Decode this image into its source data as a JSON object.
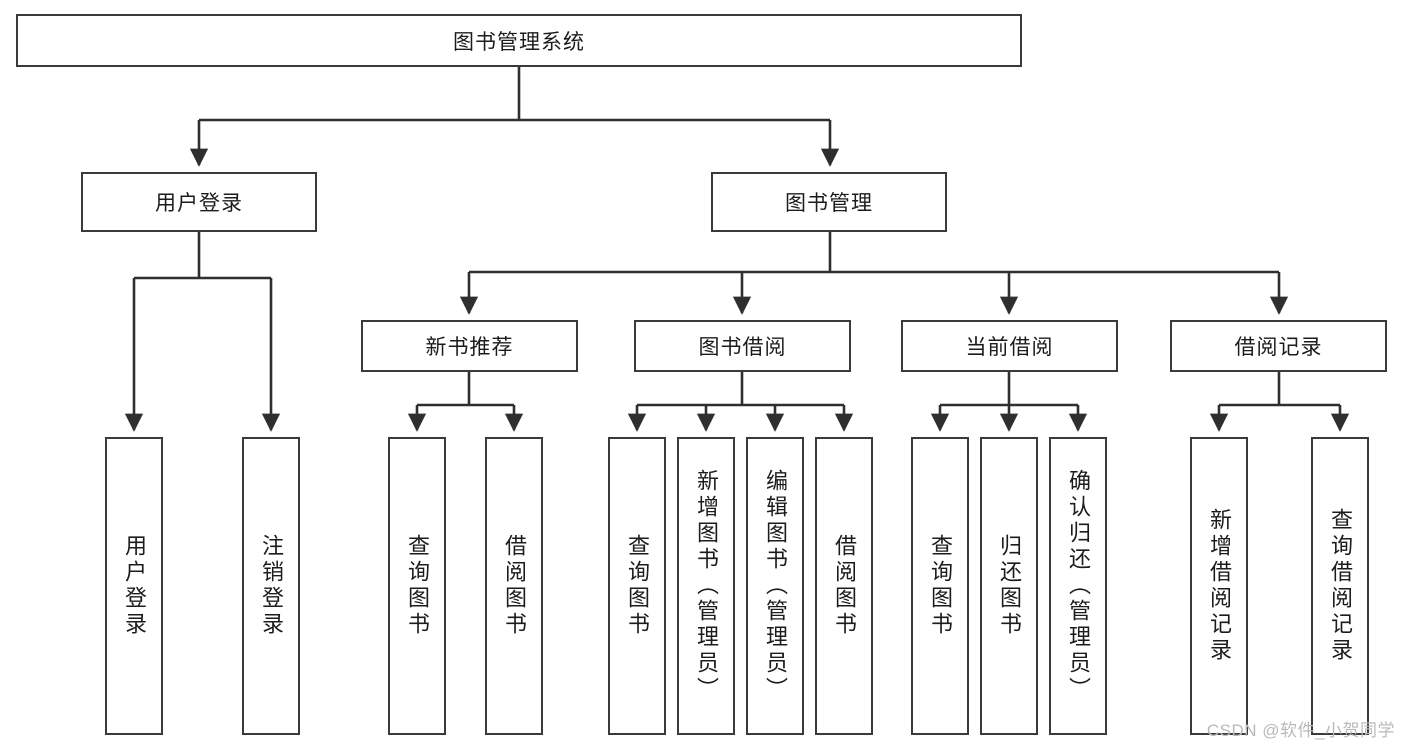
{
  "diagram": {
    "title": "图书管理系统",
    "type": "tree-hierarchy-diagram",
    "watermark": "CSDN @软件_小贺同学",
    "colors": {
      "box_border": "#3a3a3a",
      "box_fill": "#ffffff",
      "connector": "#2f2f2f",
      "text": "#1c1c1c",
      "watermark": "#b9b9b9",
      "background": "#ffffff"
    },
    "root": {
      "label": "图书管理系统"
    },
    "level2": [
      {
        "label": "用户登录"
      },
      {
        "label": "图书管理"
      }
    ],
    "level3": [
      {
        "label": "新书推荐"
      },
      {
        "label": "图书借阅"
      },
      {
        "label": "当前借阅"
      },
      {
        "label": "借阅记录"
      }
    ],
    "leaves": {
      "user_login": [
        {
          "label": "用户登录"
        },
        {
          "label": "注销登录"
        }
      ],
      "new_book_recommend": [
        {
          "label": "查询图书"
        },
        {
          "label": "借阅图书"
        }
      ],
      "book_borrow": [
        {
          "label": "查询图书"
        },
        {
          "label": "新增图书（管理员）"
        },
        {
          "label": "编辑图书（管理员）"
        },
        {
          "label": "借阅图书"
        }
      ],
      "current_borrow": [
        {
          "label": "查询图书"
        },
        {
          "label": "归还图书"
        },
        {
          "label": "确认归还（管理员）"
        }
      ],
      "borrow_record": [
        {
          "label": "新增借阅记录"
        },
        {
          "label": "查询借阅记录"
        }
      ]
    }
  }
}
